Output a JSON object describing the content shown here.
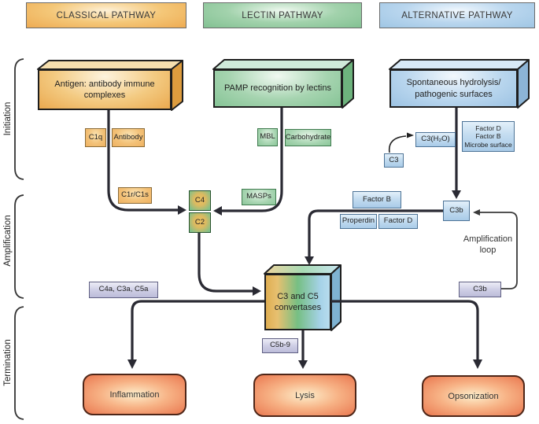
{
  "headers": {
    "classical": "CLASSICAL PATHWAY",
    "lectin": "LECTIN PATHWAY",
    "alternative": "ALTERNATIVE PATHWAY"
  },
  "stages": {
    "initiation": "Initiation",
    "amplification": "Amplification",
    "termination": "Termination"
  },
  "source_boxes": {
    "classical": "Antigen: antibody immune complexes",
    "lectin": "PAMP recognition by lectins",
    "alternative": "Spontaneous hydrolysis/ pathogenic surfaces"
  },
  "convertases": "C3 and C5 convertases",
  "labels": {
    "c1q": "C1q",
    "antibody": "Antibody",
    "c1r_c1s": "C1r/C1s",
    "mbl": "MBL",
    "carbohydrate": "Carbohydrate",
    "masps": "MASPs",
    "c4": "C4",
    "c2": "C2",
    "c3": "C3",
    "c3_h2o": "C3(H₂O)",
    "factor_stack": [
      "Factor D",
      "Factor B",
      "Microbe surface"
    ],
    "factor_b": "Factor B",
    "properdin": "Properdin",
    "factor_d": "Factor D",
    "c3b_blue": "C3b",
    "c3b_output": "C3b",
    "c4a_c3a_c5a": "C4a, C3a, C5a",
    "c5b9": "C5b-9",
    "amplification_loop": "Amplification loop"
  },
  "outcomes": {
    "inflammation": "Inflammation",
    "lysis": "Lysis",
    "opsonization": "Opsonization"
  },
  "colors": {
    "classical_orange": "#eeab52",
    "lectin_green": "#86c496",
    "alternative_blue": "#a9cbe8",
    "intermediate_lavender": "#bcbcd9",
    "outcome_red": "#ea7850",
    "line_dark": "#2a2a33"
  }
}
